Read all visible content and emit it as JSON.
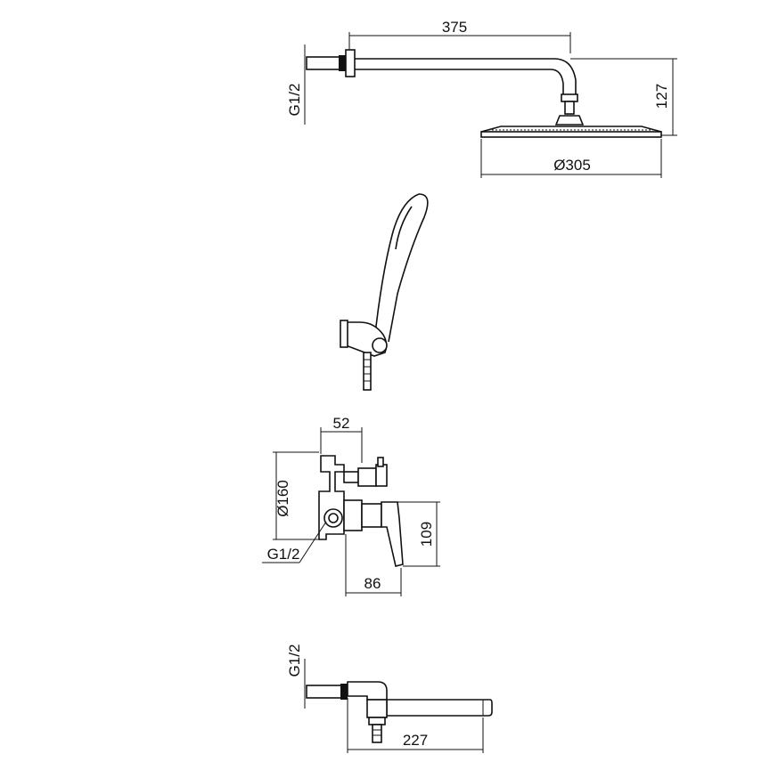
{
  "head_shower": {
    "arm_length": "375",
    "drop_height": "127",
    "head_diameter": "Ø305",
    "thread": "G1/2"
  },
  "mixer": {
    "depth": "52",
    "body_diameter": "Ø160",
    "height": "109",
    "lever_projection": "86",
    "thread": "G1/2"
  },
  "spout": {
    "thread": "G1/2",
    "length": "227"
  },
  "colors": {
    "line": "#111111",
    "background": "#ffffff"
  }
}
